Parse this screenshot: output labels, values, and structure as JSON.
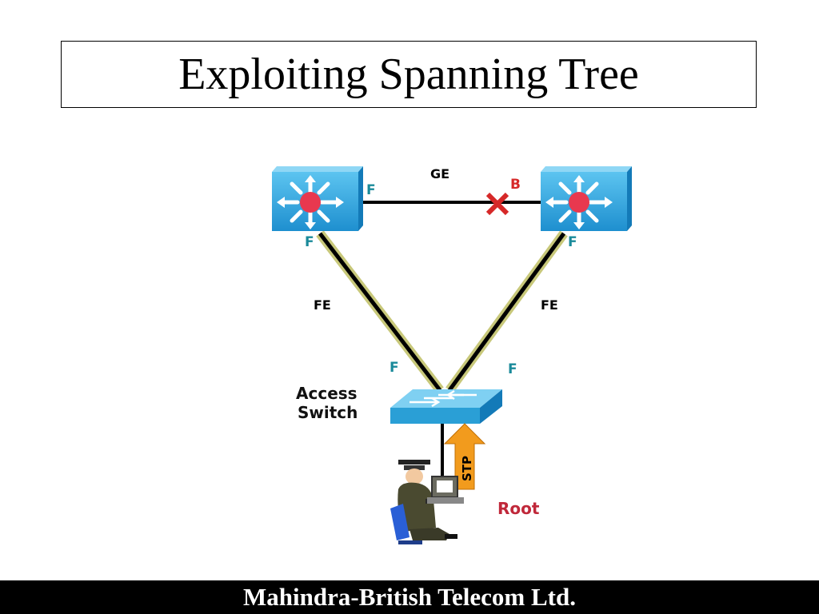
{
  "slide": {
    "title": "Exploiting Spanning Tree",
    "footer": "Mahindra-British Telecom Ltd."
  },
  "diagram": {
    "top_link_label": "GE",
    "left_link_label": "FE",
    "right_link_label": "FE",
    "left_switch_top_port": "F",
    "left_switch_bottom_port": "F",
    "right_switch_top_port": "B",
    "right_switch_bottom_port": "F",
    "access_left_port": "F",
    "access_right_port": "F",
    "access_switch_label_line1": "Access",
    "access_switch_label_line2": "Switch",
    "stp_arrow_label": "STP",
    "attacker_role": "Root",
    "colors": {
      "switch_blue": "#2a9fd6",
      "port_forward": "#1a8a9a",
      "port_blocked": "#d62828",
      "link_black": "#000000",
      "link_halo": "#c8c87a",
      "stp_arrow": "#f29b1d"
    }
  }
}
